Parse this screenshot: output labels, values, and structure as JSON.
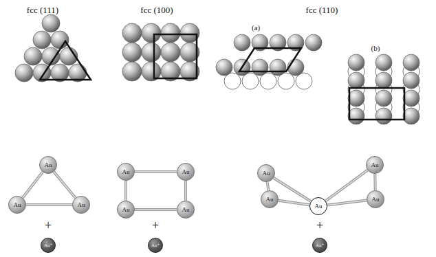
{
  "diagram": {
    "nodes": [
      {
        "text": [
          "Au"
        ]
      },
      {
        "text": [
          "Au"
        ]
      },
      {
        "text": [
          "Au"
        ]
      },
      {
        "text": [
          "Au"
        ]
      },
      {
        "text": [
          "Au"
        ]
      },
      {
        "text": [
          "Au"
        ]
      },
      {
        "text": [
          "Au"
        ]
      },
      {
        "text": [
          "Au"
        ]
      },
      {
        "text": [
          "Au"
        ]
      },
      {
        "text": [
          "Au"
        ]
      },
      {
        "text": [
          "Au"
        ]
      },
      {
        "text": [
          "Au"
        ]
      },
      {
        "text": [
          "Au⁺"
        ]
      },
      {
        "text": [
          "Au⁺"
        ]
      },
      {
        "text": [
          "Au⁺"
        ]
      }
    ],
    "edges": [
      {
        "from": 0,
        "to": 1,
        "arrow": "none"
      },
      {
        "from": 1,
        "to": 2,
        "arrow": "none"
      },
      {
        "from": 2,
        "to": 0,
        "arrow": "none"
      },
      {
        "from": 3,
        "to": 4,
        "arrow": "none"
      },
      {
        "from": 4,
        "to": 6,
        "arrow": "none"
      },
      {
        "from": 6,
        "to": 5,
        "arrow": "none"
      },
      {
        "from": 5,
        "to": 3,
        "arrow": "none"
      },
      {
        "from": 7,
        "to": 8,
        "arrow": "none"
      },
      {
        "from": 7,
        "to": 11,
        "arrow": "none"
      },
      {
        "from": 8,
        "to": 11,
        "arrow": "none"
      },
      {
        "from": 9,
        "to": 10,
        "arrow": "none"
      },
      {
        "from": 9,
        "to": 11,
        "arrow": "none"
      },
      {
        "from": 10,
        "to": 11,
        "arrow": "none"
      }
    ],
    "labels": [
      "fcc (111)",
      "fcc (100)",
      "fcc (110)",
      "(a)",
      "(b)",
      "+",
      "+",
      "+"
    ]
  }
}
